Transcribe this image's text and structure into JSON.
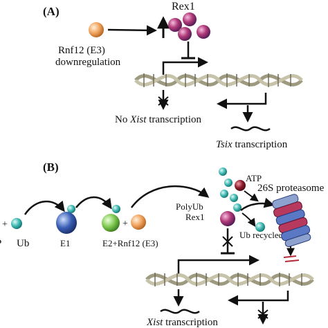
{
  "panel_a": {
    "label": "(A)",
    "rex1_label": "Rex1",
    "rnf12_label_line1": "Rnf12 (E3)",
    "rnf12_label_line2": "downregulation",
    "no_xist_prefix": "No ",
    "no_xist_gene": "Xist",
    "no_xist_suffix": " transcription",
    "tsix_gene": "Tsix",
    "tsix_suffix": " transcription"
  },
  "panel_b": {
    "label": "(B)",
    "plus": "+",
    "ub_label": "Ub",
    "p_label": "P",
    "e1_label": "E1",
    "e2_label": "E2+Rnf12 (E3)",
    "polyub_line1": "PolyUb",
    "polyub_line2": "Rex1",
    "atp_label": "ATP",
    "proteasome_label": "26S proteasome",
    "ub_recycled_label": "Ub recycled",
    "xist_gene": "Xist",
    "xist_suffix": " transcription"
  },
  "colors": {
    "rnf12": "#f0a25c",
    "rex1": "#b03a78",
    "ub": "#3fb8b2",
    "e1": "#3a5fb5",
    "e2": "#7ec850",
    "atp": "#8b1a2a",
    "dna_strand": "#b5b19a"
  }
}
